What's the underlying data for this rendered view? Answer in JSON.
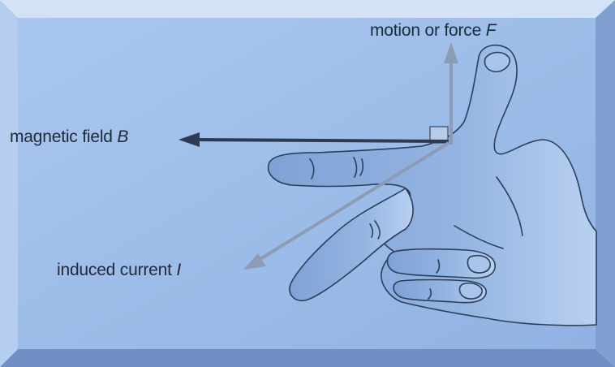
{
  "labels": {
    "force": {
      "text": "motion or force ",
      "symbol": "F"
    },
    "field": {
      "text": "magnetic field ",
      "symbol": "B"
    },
    "current": {
      "text": "induced current ",
      "symbol": "I"
    }
  },
  "colors": {
    "background": "#9dbde9",
    "frame_light": "#c9dcf6",
    "frame_dark": "#6e8fc2",
    "hand_fill": "#8fb0df",
    "hand_outline": "#2c3e5a",
    "field_arrow": "#2f3a52",
    "force_arrow": "#8c9cb4",
    "current_arrow": "#8c9cb4"
  }
}
